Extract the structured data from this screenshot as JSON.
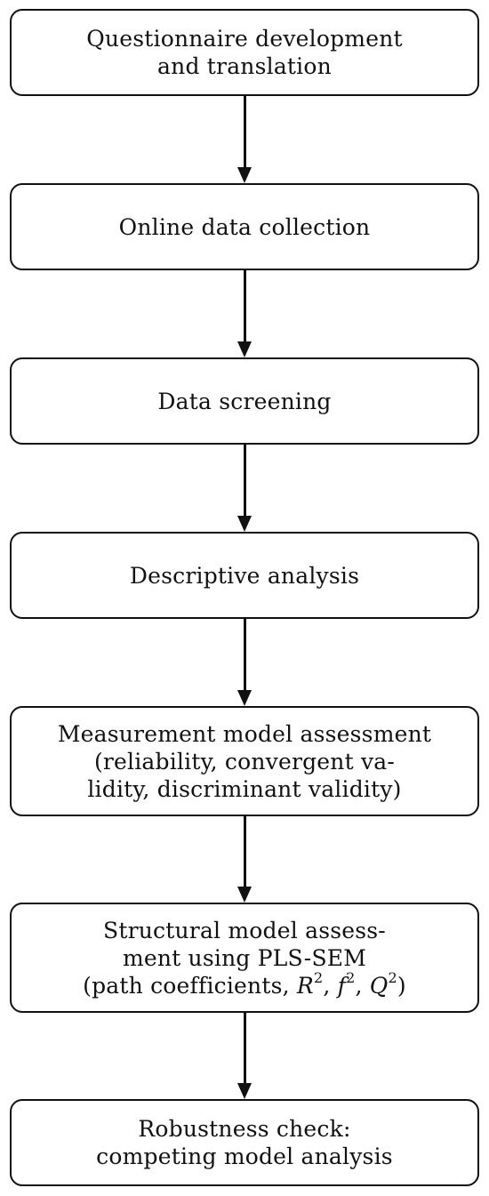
{
  "steps": [
    {
      "lines": [
        "Questionnaire development",
        "and translation"
      ]
    },
    {
      "lines": [
        "Online data collection"
      ]
    },
    {
      "lines": [
        "Data screening"
      ]
    },
    {
      "lines": [
        "Descriptive analysis"
      ]
    },
    {
      "lines": [
        "Measurement model assessment",
        "(reliability, convergent va-",
        "lidity, discriminant validity)"
      ]
    },
    {
      "lines": [
        "Structural model assess-",
        "ment using PLS-SEM"
      ],
      "metrics_line": {
        "prefix": "(path coefficients, ",
        "r": "R",
        "r_sup": "2",
        "sep1": ", ",
        "f": "f",
        "f_sup": "2",
        "sep2": ", ",
        "q": "Q",
        "q_sup": "2",
        "suffix": ")"
      }
    },
    {
      "lines": [
        "Robustness check:",
        "competing model analysis"
      ]
    }
  ]
}
